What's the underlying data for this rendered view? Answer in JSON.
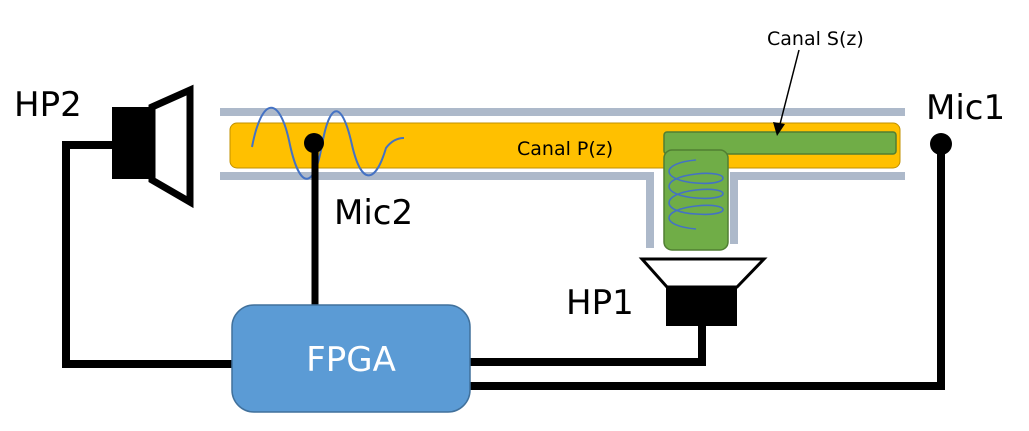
{
  "labels": {
    "hp2": "HP2",
    "hp1": "HP1",
    "mic1": "Mic1",
    "mic2": "Mic2",
    "fpga": "FPGA",
    "canal_p": "Canal P(z)",
    "canal_s": "Canal S(z)"
  },
  "colors": {
    "primary_duct": "#FFC000",
    "secondary_duct": "#70AD47",
    "pipe_wall": "#ADB9CA",
    "fpga_box": "#5B9BD5",
    "wave": "#4472C4",
    "wire": "#000000"
  },
  "icons": {
    "hp2": "speaker-icon",
    "hp1": "speaker-icon",
    "mic1": "microphone-icon",
    "mic2": "microphone-icon"
  }
}
